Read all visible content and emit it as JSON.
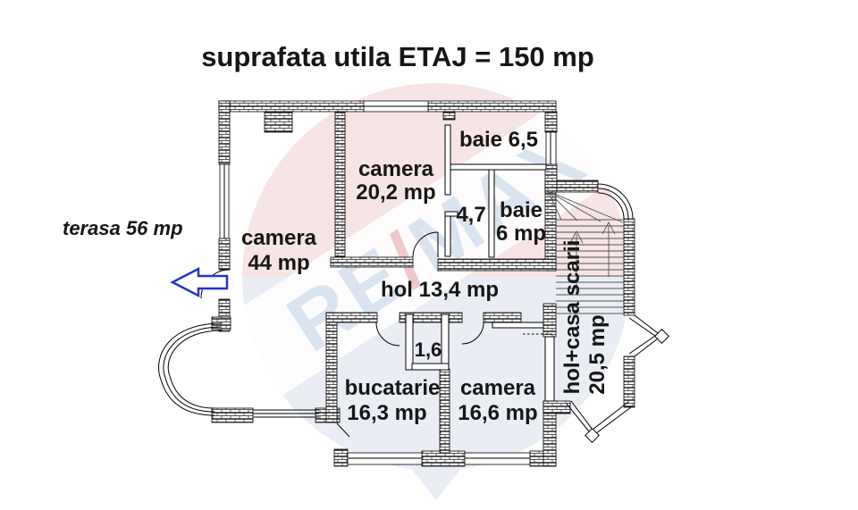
{
  "title": {
    "text": "suprafata utila ETAJ = 150 mp",
    "color": "#2b2bd2"
  },
  "watermark": {
    "re": "RE",
    "slash": "/",
    "max": "MAX",
    "pink": "#f7e3e4",
    "blue": "#e9edf4",
    "letter_color": "#d9e3f0",
    "slash_color": "#eec6cb"
  },
  "accent": {
    "arrow_color": "#2433cc",
    "wall_color": "#000000"
  },
  "labels": {
    "terasa": "terasa 56 mp",
    "camera_mare_name": "camera",
    "camera_mare_area": "44 mp",
    "camera_etaj_name": "camera",
    "camera_etaj_area": "20,2 mp",
    "baie_mica": "baie 6,5",
    "vestibul": "4,7",
    "baie_name": "baie",
    "baie_area": "6 mp",
    "hol": "hol 13,4 mp",
    "debara": "1,6",
    "bucatarie_name": "bucatarie",
    "bucatarie_area": "16,3 mp",
    "camera_mica_name": "camera",
    "camera_mica_area": "16,6 mp",
    "casa_scarii_name": "hol+casa scarii",
    "casa_scarii_area": "20,5 mp"
  }
}
